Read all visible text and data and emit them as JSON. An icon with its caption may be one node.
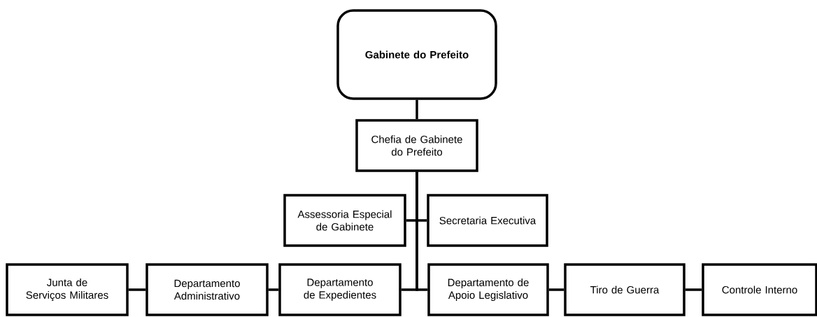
{
  "diagram": {
    "nodes": [
      {
        "text": [
          "Gabinete do Prefeito"
        ]
      },
      {
        "text": [
          "Chefia de Gabinete do Prefeito"
        ]
      },
      {
        "text": [
          "Assessoria Especial de Gabinete"
        ]
      },
      {
        "text": [
          "Secretaria Executiva"
        ]
      },
      {
        "text": [
          "Junta de Serviços Militares"
        ]
      },
      {
        "text": [
          "Departamento Administrativo"
        ]
      },
      {
        "text": [
          "Departamento de Expedientes"
        ]
      },
      {
        "text": [
          "Departamento de Apoio Legislativo"
        ]
      },
      {
        "text": [
          "Tiro de Guerra"
        ]
      },
      {
        "text": [
          "Controle Interno"
        ]
      }
    ],
    "edges": [
      {
        "from": 0,
        "to": 1,
        "arrow": "none"
      },
      {
        "from": 1,
        "to": 2,
        "arrow": "none"
      },
      {
        "from": 1,
        "to": 3,
        "arrow": "none"
      },
      {
        "from": 1,
        "to": 6,
        "arrow": "none"
      },
      {
        "from": 1,
        "to": 7,
        "arrow": "none"
      },
      {
        "from": 6,
        "to": 5,
        "arrow": "none"
      },
      {
        "from": 5,
        "to": 4,
        "arrow": "none"
      },
      {
        "from": 7,
        "to": 8,
        "arrow": "none"
      },
      {
        "from": 8,
        "to": 9,
        "arrow": "none"
      }
    ]
  }
}
